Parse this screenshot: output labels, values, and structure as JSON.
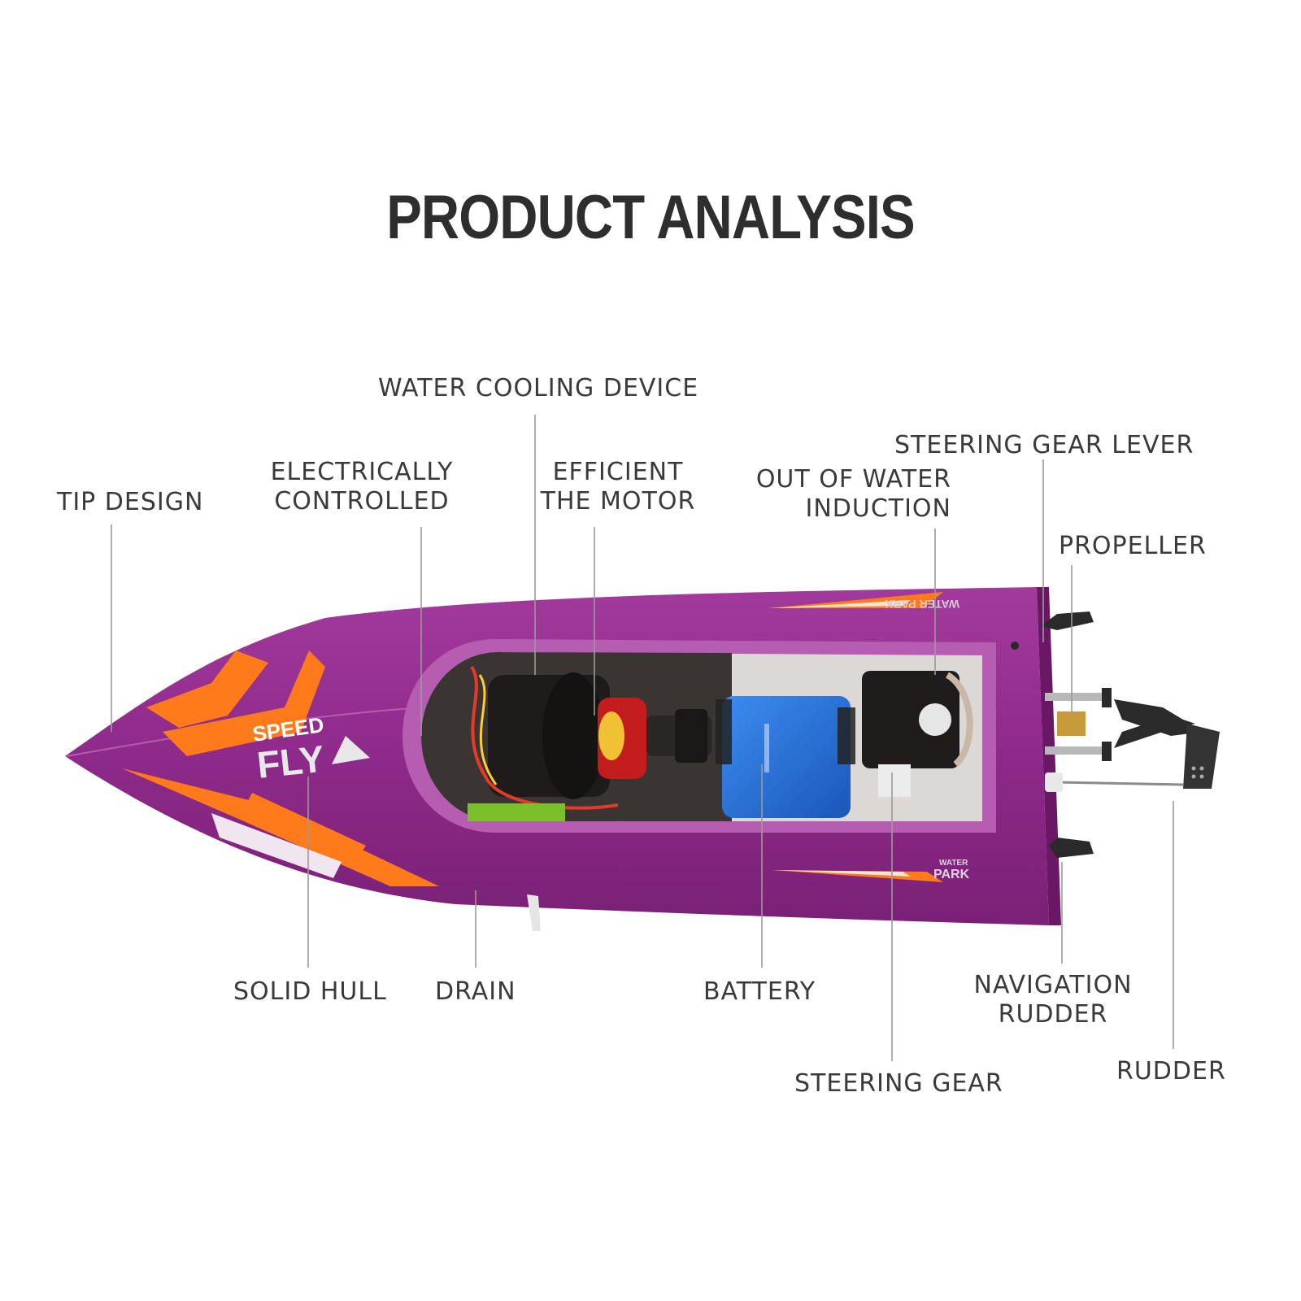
{
  "title": "PRODUCT ANALYSIS",
  "labels": {
    "tip_design": "TIP DESIGN",
    "electrically_controlled": [
      "ELECTRICALLY",
      "CONTROLLED"
    ],
    "water_cooling_device": "WATER COOLING DEVICE",
    "efficient_motor": [
      "EFFICIENT",
      "THE MOTOR"
    ],
    "out_of_water_induction": [
      "OUT OF WATER",
      "INDUCTION"
    ],
    "steering_gear_lever": "STEERING GEAR LEVER",
    "propeller": "PROPELLER",
    "solid_hull": "SOLID HULL",
    "drain": "DRAIN",
    "battery": "BATTERY",
    "navigation_rudder": [
      "NAVIGATION",
      "RUDDER"
    ],
    "steering_gear": "STEERING GEAR",
    "rudder": "RUDDER"
  },
  "boat": {
    "brand_top": "SPEED",
    "brand_main": "FLY",
    "decal_top": "WATER PARK",
    "decal_bottom_small": "WATER",
    "decal_bottom_main": "PARK",
    "hull_color": "#8e2a8a",
    "accent_color": "#ff7a1a",
    "battery_color": "#1e6fd9"
  }
}
